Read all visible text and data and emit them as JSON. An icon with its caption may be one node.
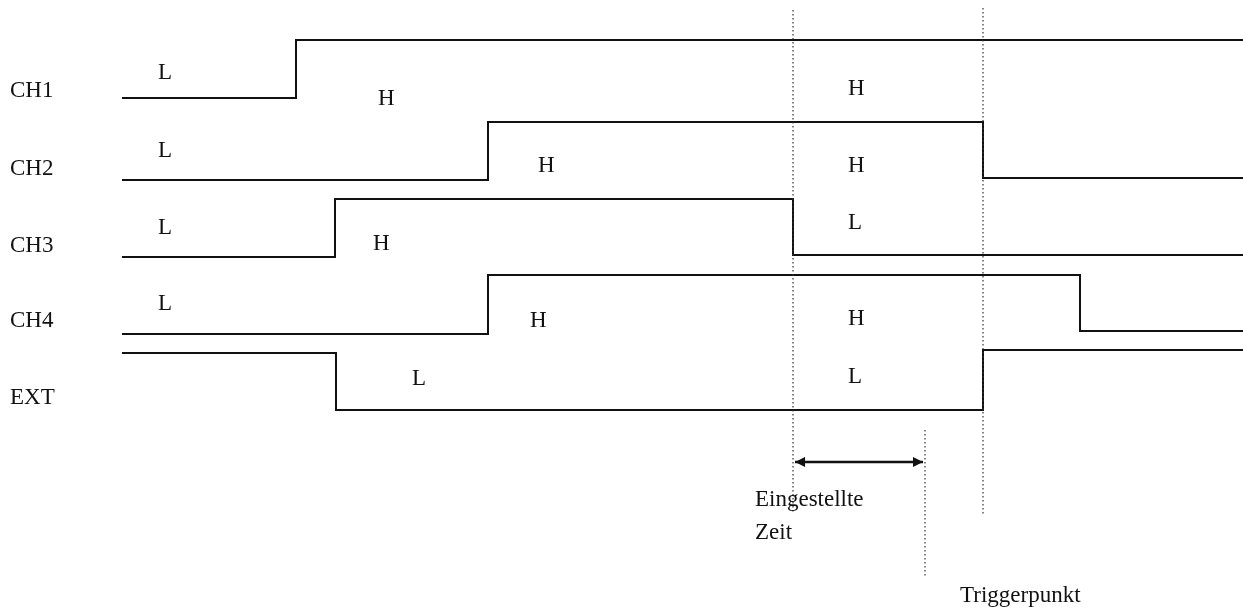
{
  "diagram": {
    "labels": [
      "CH1",
      "L",
      "H",
      "H",
      "CH2",
      "L",
      "H",
      "H",
      "CH3",
      "L",
      "H",
      "L",
      "CH4",
      "L",
      "H",
      "H",
      "EXT",
      "L",
      "L",
      "Eingestellte Zeit",
      "Triggerpunkt"
    ]
  }
}
